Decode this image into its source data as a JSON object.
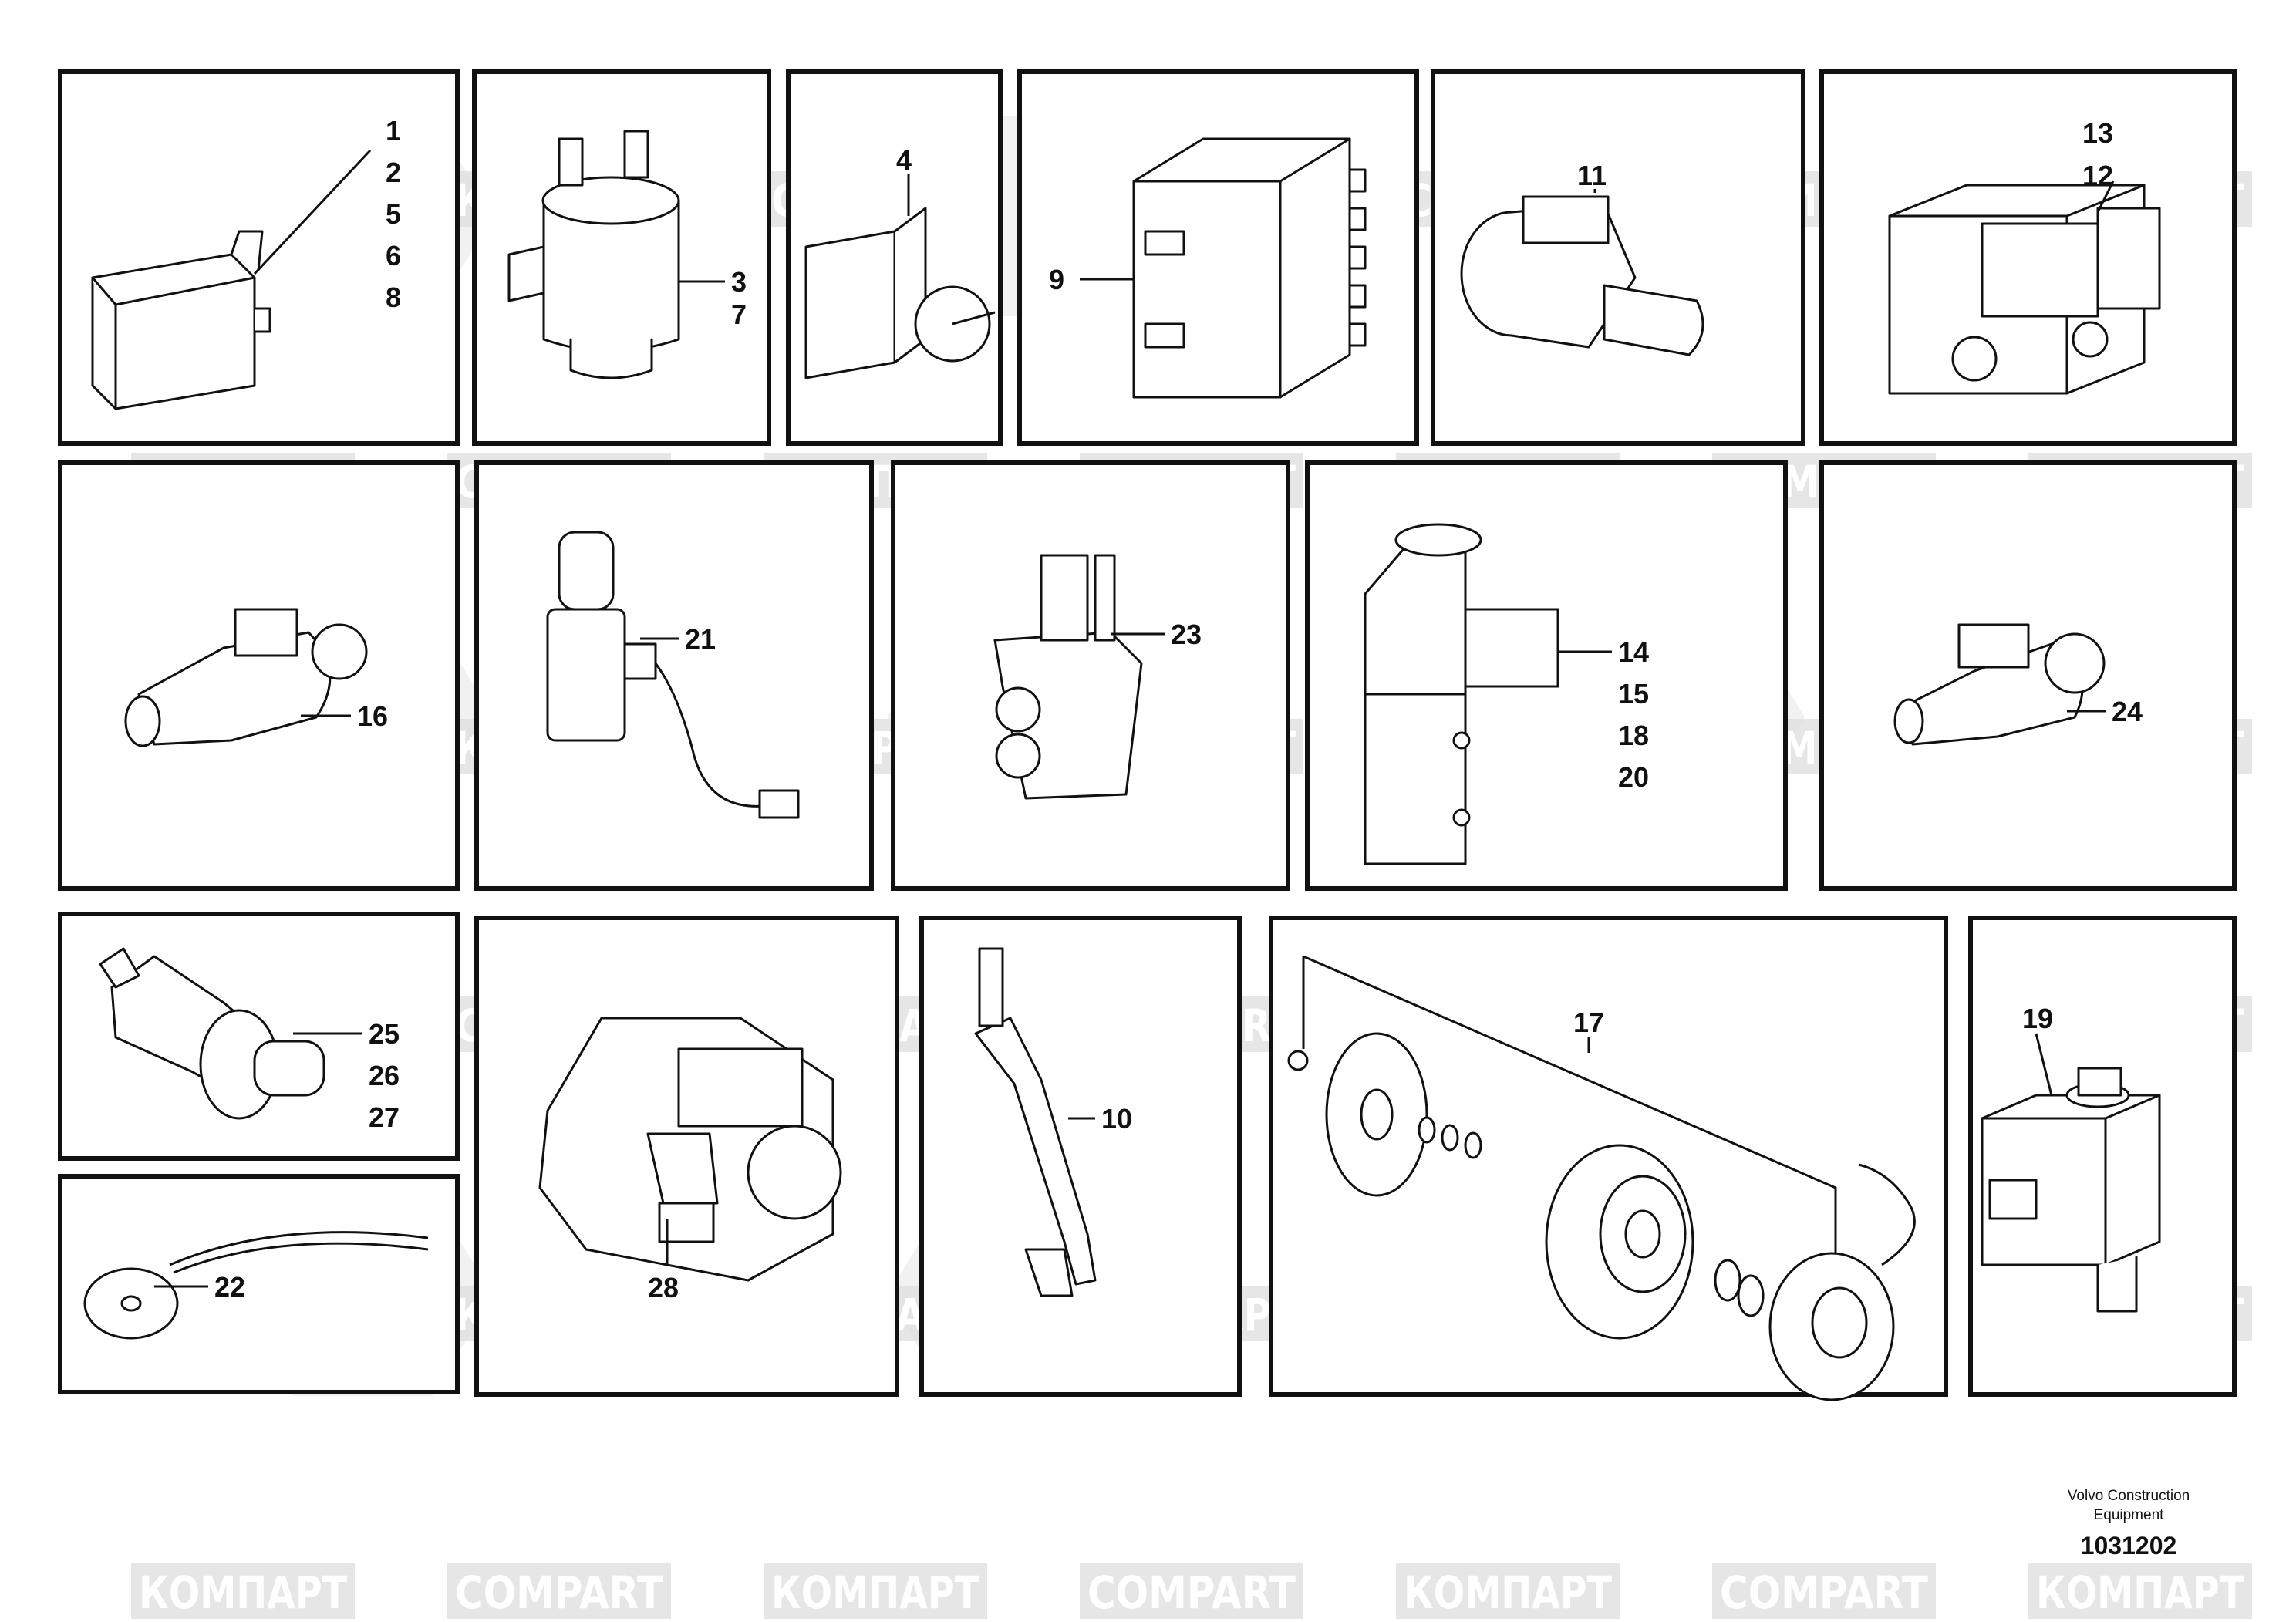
{
  "watermarks": [
    "COMPART",
    "КОМПАРТ"
  ],
  "panels": [
    {
      "id": "relay",
      "labels": [
        "1",
        "2",
        "5",
        "6",
        "8"
      ]
    },
    {
      "id": "solenoid",
      "labels": [
        "3",
        "7"
      ]
    },
    {
      "id": "bracket-switch",
      "labels": [
        "4"
      ]
    },
    {
      "id": "relay-box",
      "labels": [
        "9"
      ]
    },
    {
      "id": "valve-11",
      "labels": [
        "11"
      ]
    },
    {
      "id": "valve-block",
      "labels": [
        "13",
        "12"
      ]
    },
    {
      "id": "valve-16",
      "labels": [
        "16"
      ]
    },
    {
      "id": "solenoid-21",
      "labels": [
        "21"
      ]
    },
    {
      "id": "valve-23",
      "labels": [
        "23"
      ]
    },
    {
      "id": "valve-14",
      "labels": [
        "14",
        "15",
        "18",
        "20"
      ]
    },
    {
      "id": "valve-24",
      "labels": [
        "24"
      ]
    },
    {
      "id": "valve-25",
      "labels": [
        "25",
        "26",
        "27"
      ]
    },
    {
      "id": "sensor-22",
      "labels": [
        "22"
      ]
    },
    {
      "id": "pump-28",
      "labels": [
        "28"
      ]
    },
    {
      "id": "injector-10",
      "labels": [
        "10"
      ]
    },
    {
      "id": "clutch-17",
      "labels": [
        "17"
      ]
    },
    {
      "id": "valve-19",
      "labels": [
        "19"
      ]
    }
  ],
  "footer": {
    "company_line1": "Volvo Construction",
    "company_line2": "Equipment",
    "drawing_number": "1031202"
  }
}
